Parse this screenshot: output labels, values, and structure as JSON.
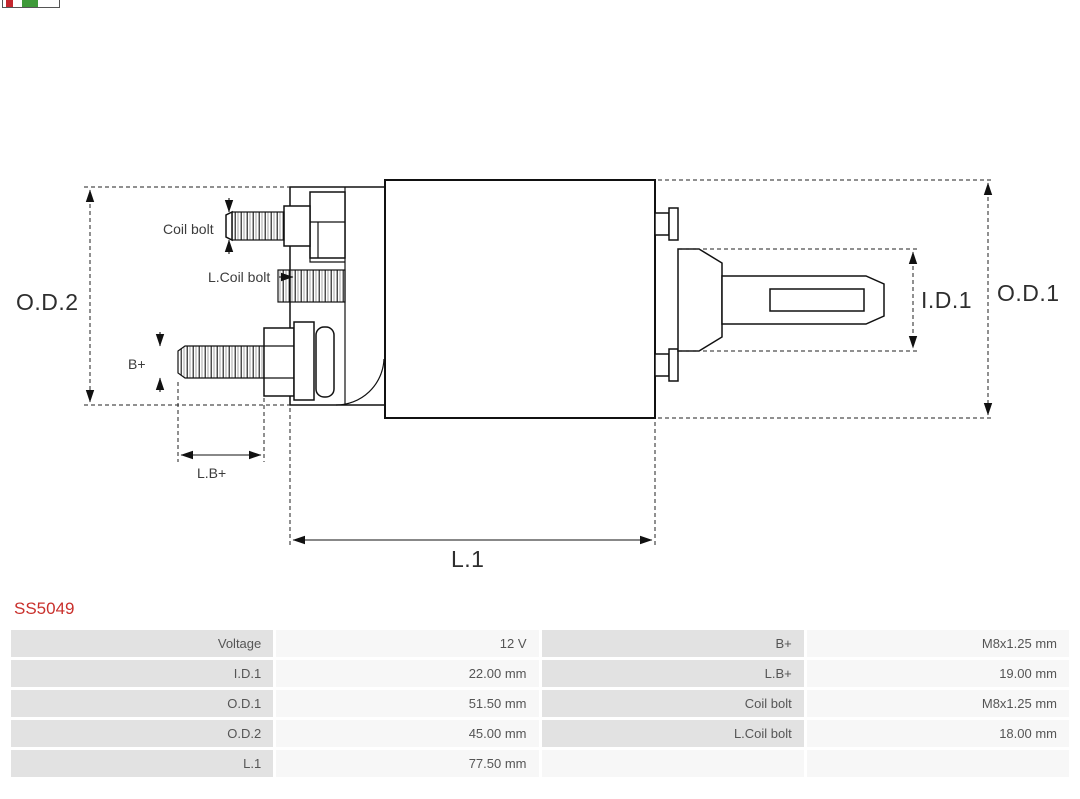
{
  "page": {
    "part_code": "SS5049"
  },
  "diagram": {
    "labels": {
      "od2": "O.D.2",
      "od1": "O.D.1",
      "id1": "I.D.1",
      "l1": "L.1",
      "coil_bolt": "Coil bolt",
      "l_coil_bolt": "L.Coil bolt",
      "b_plus": "B+",
      "l_b_plus": "L.B+"
    }
  },
  "colors": {
    "part_code_red": "#c9302c",
    "table_label_bg": "#e2e2e2",
    "table_value_bg": "#f7f7f7",
    "drawing_line": "#111111"
  },
  "table": {
    "rows": [
      [
        "Voltage",
        "12 V",
        "B+",
        "M8x1.25 mm"
      ],
      [
        "I.D.1",
        "22.00 mm",
        "L.B+",
        "19.00 mm"
      ],
      [
        "O.D.1",
        "51.50 mm",
        "Coil bolt",
        "M8x1.25 mm"
      ],
      [
        "O.D.2",
        "45.00 mm",
        "L.Coil bolt",
        "18.00 mm"
      ],
      [
        "L.1",
        "77.50 mm",
        "",
        ""
      ]
    ]
  }
}
